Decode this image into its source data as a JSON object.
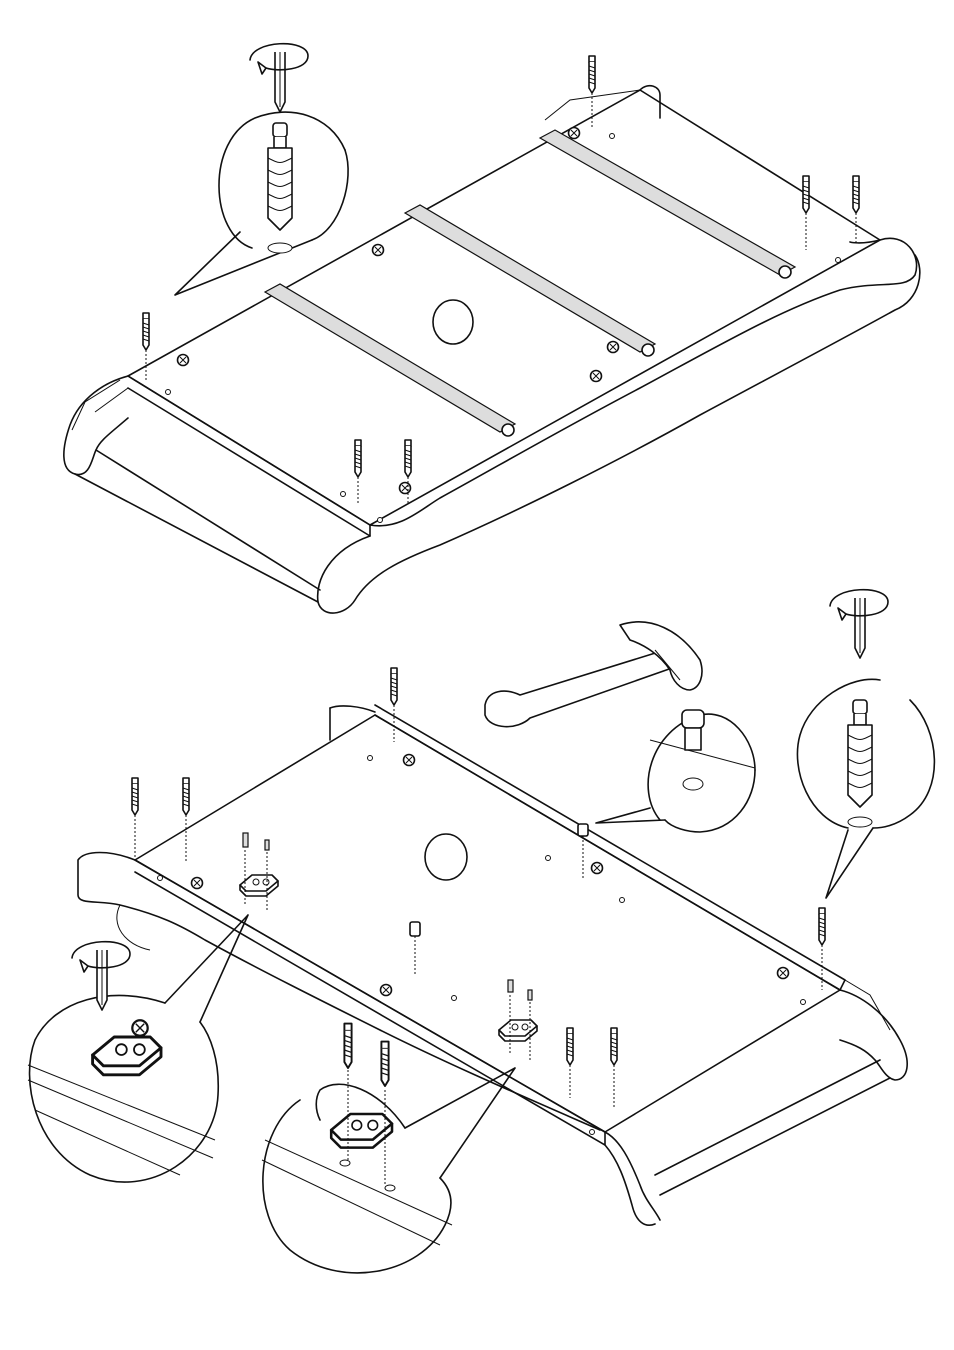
{
  "diagram": {
    "kind": "assembly-instruction",
    "steps": [
      {
        "part": "desk-frame-top-view",
        "fasteners": [
          "cam-dowel",
          "cam-dowel",
          "cam-dowel",
          "cam-dowel",
          "cam-dowel",
          "cam-dowel"
        ],
        "tool": "screwdriver"
      },
      {
        "part": "desk-frame-bottom-view",
        "fasteners": [
          "cam-dowel",
          "cam-dowel",
          "cam-dowel",
          "cam-dowel",
          "cam-dowel",
          "hinge-plate",
          "hinge-plate",
          "plug"
        ],
        "tool": "hammer"
      }
    ],
    "stroke_color": "#111111",
    "background_color": "#ffffff"
  }
}
